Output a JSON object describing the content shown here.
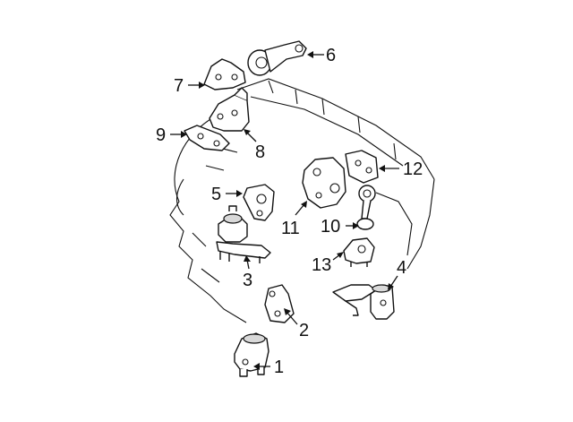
{
  "diagram": {
    "callouts": [
      {
        "id": "p1",
        "label": "1"
      },
      {
        "id": "p2",
        "label": "2"
      },
      {
        "id": "p3",
        "label": "3"
      },
      {
        "id": "p4",
        "label": "4"
      },
      {
        "id": "p5",
        "label": "5"
      },
      {
        "id": "p6",
        "label": "6"
      },
      {
        "id": "p7",
        "label": "7"
      },
      {
        "id": "p8",
        "label": "8"
      },
      {
        "id": "p9",
        "label": "9"
      },
      {
        "id": "p10",
        "label": "10"
      },
      {
        "id": "p11",
        "label": "11"
      },
      {
        "id": "p12",
        "label": "12"
      },
      {
        "id": "p13",
        "label": "13"
      }
    ],
    "colors": {
      "line": "#111111",
      "background": "#ffffff",
      "shade": "#d9d9d9"
    }
  }
}
